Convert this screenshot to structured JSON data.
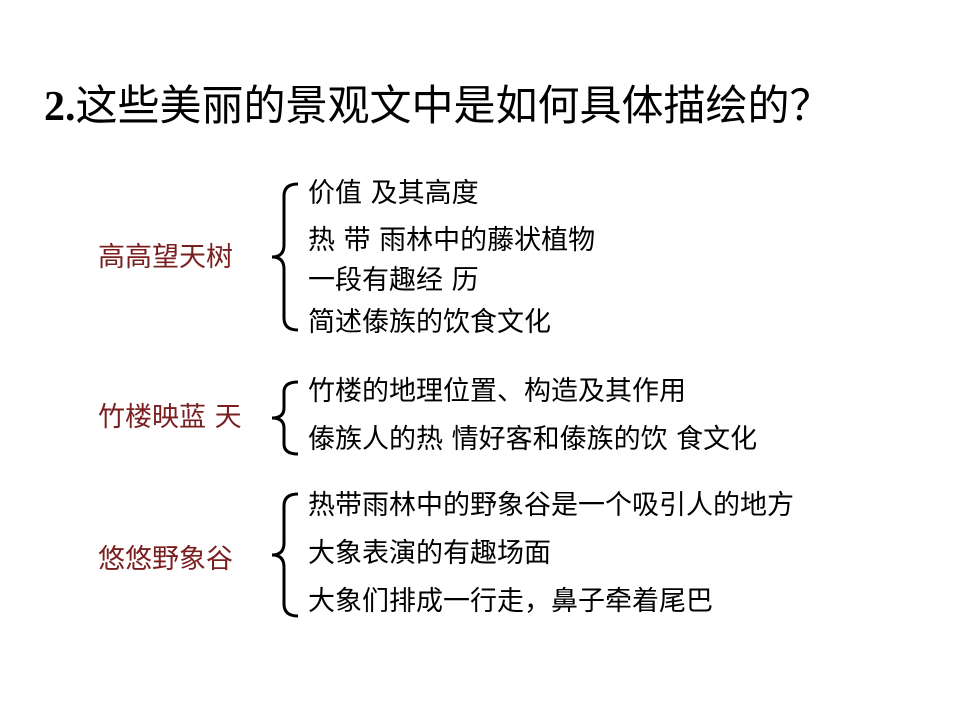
{
  "colors": {
    "label": "#7a1f1f",
    "text": "#000000",
    "background": "#ffffff"
  },
  "title": {
    "number": "2.",
    "question": "这些美丽的景观文中是如何具体描绘的？"
  },
  "groups": [
    {
      "label": "高高望天树",
      "items": [
        "价值 及其高度",
        "热 带 雨林中的藤状植物",
        "一段有趣经 历",
        "简述傣族的饮食文化"
      ]
    },
    {
      "label": "竹楼映蓝 天",
      "items": [
        "竹楼的地理位置、构造及其作用",
        "傣族人的热 情好客和傣族的饮 食文化"
      ]
    },
    {
      "label": "悠悠野象谷",
      "items": [
        "热带雨林中的野象谷是一个吸引人的地方",
        "大象表演的有趣场面",
        "大象们排成一行走，鼻子牵着尾巴"
      ]
    }
  ]
}
